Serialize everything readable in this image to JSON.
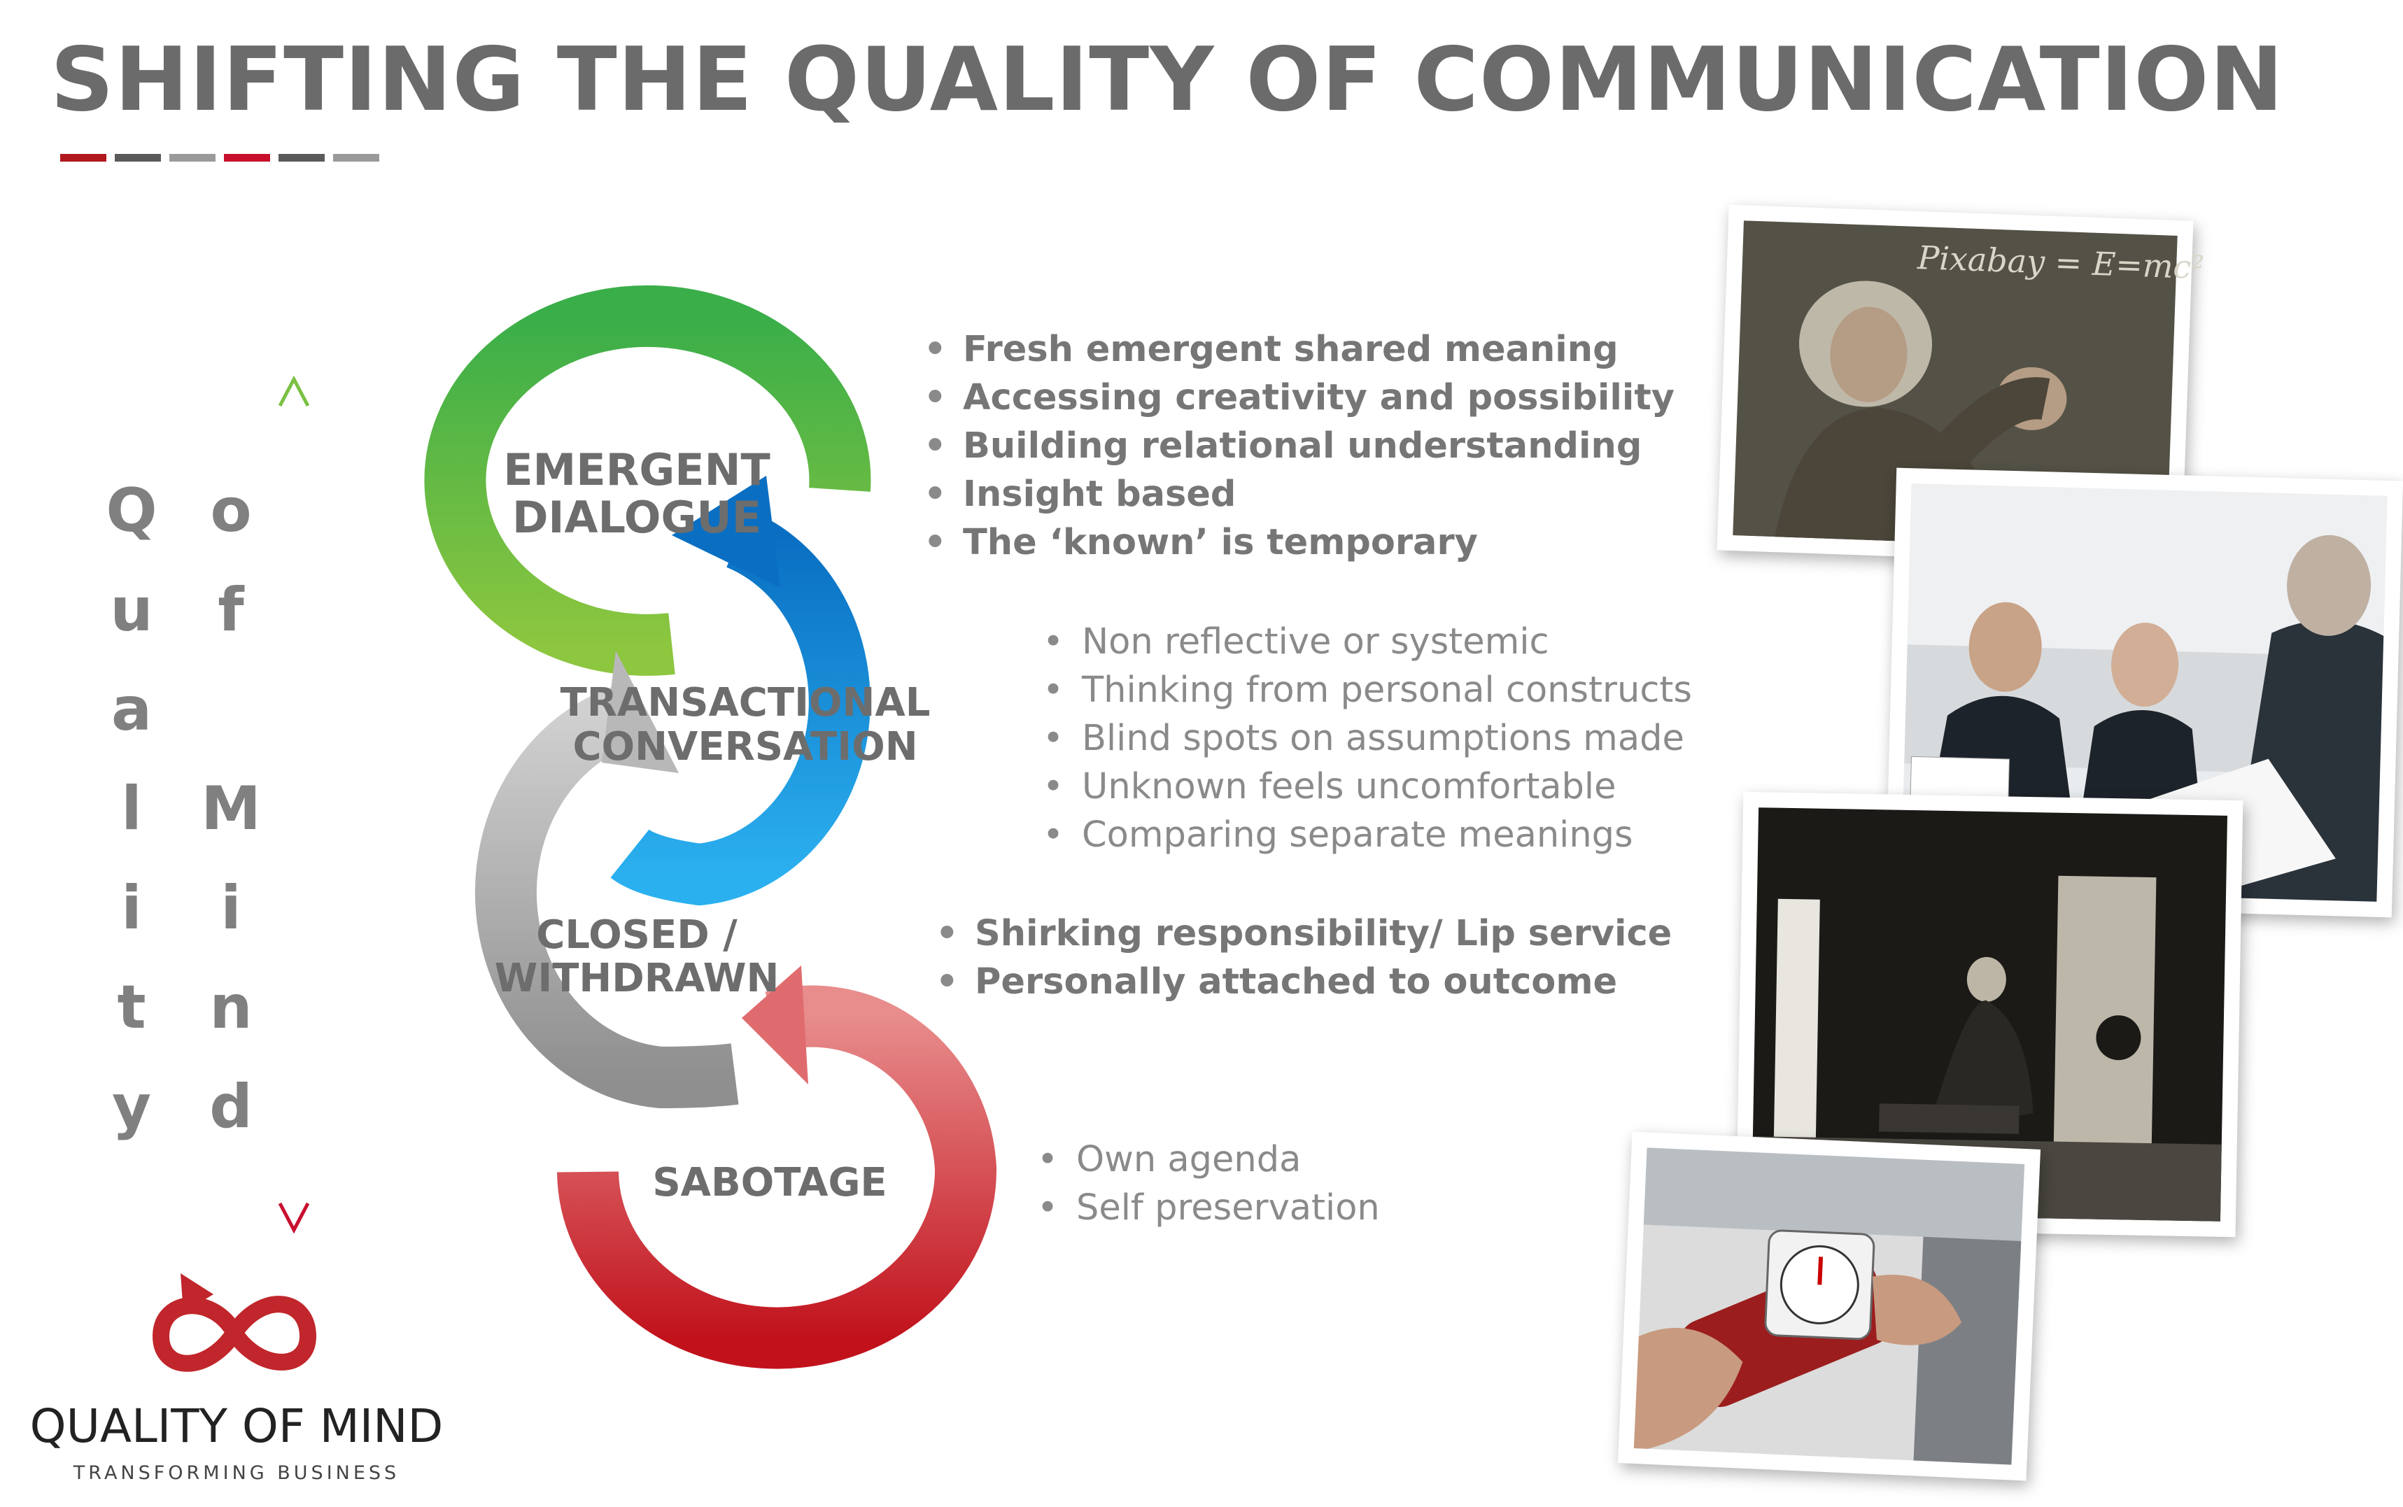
{
  "title": "SHIFTING THE QUALITY OF COMMUNICATION",
  "accent_colors": [
    "#b0181e",
    "#5a5a5a",
    "#9a9a9a",
    "#c8102e"
  ],
  "vertical_words": {
    "left": [
      "Q",
      "u",
      "a",
      "l",
      "i",
      "t",
      "y"
    ],
    "right": [
      "o",
      "f",
      "M",
      "i",
      "n",
      "d"
    ]
  },
  "stages": {
    "emergent": {
      "line1": "EMERGENT",
      "line2": "DIALOGUE",
      "color": "#4cb848"
    },
    "transactional": {
      "line1": "TRANSACTIONAL",
      "line2": "CONVERSATION",
      "color": "#1a8fd8"
    },
    "closed": {
      "line1": "CLOSED /",
      "line2": "WITHDRAWN",
      "color": "#a8a8a8"
    },
    "sabotage": {
      "line1": "SABOTAGE",
      "color": "#c9242b"
    }
  },
  "lists": {
    "emergent": [
      "Fresh emergent shared meaning",
      "Accessing creativity and possibility",
      "Building relational understanding",
      "Insight based",
      "The ‘known’ is temporary"
    ],
    "transactional": [
      "Non reflective or systemic",
      "Thinking from personal constructs",
      "Blind spots on assumptions made",
      "Unknown feels uncomfortable",
      "Comparing separate meanings"
    ],
    "closed": [
      "Shirking responsibility/ Lip service",
      "Personally attached to outcome"
    ],
    "sabotage": [
      "Own agenda",
      "Self preservation"
    ]
  },
  "photos": {
    "einstein": {
      "chalk_text": "Pixabay = E=mc²"
    }
  },
  "brand": {
    "name": "QUALITY OF MIND",
    "tagline": "TRANSFORMING BUSINESS"
  }
}
